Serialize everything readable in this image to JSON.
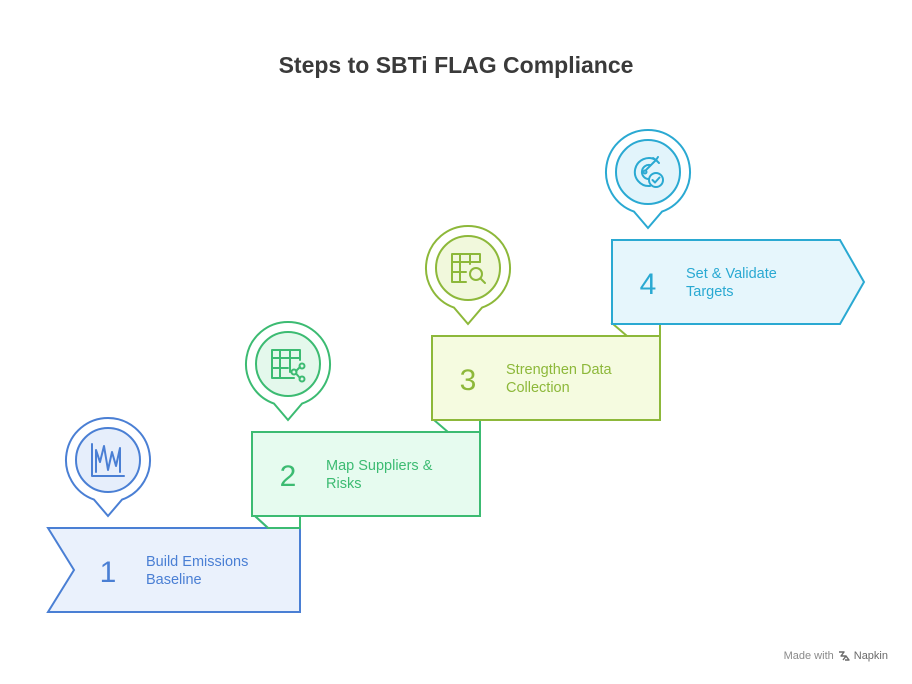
{
  "title": "Steps to SBTi FLAG Compliance",
  "steps": [
    {
      "number": "1",
      "line1": "Build Emissions",
      "line2": "Baseline",
      "icon": "chart-icon",
      "color": "#4a7fd4",
      "fill": "#eaf1fc",
      "circle": "#e6eefb"
    },
    {
      "number": "2",
      "line1": "Map Suppliers &",
      "line2": "Risks",
      "icon": "table-share-icon",
      "color": "#3cbb72",
      "fill": "#e6fbef",
      "circle": "#e4f8ec"
    },
    {
      "number": "3",
      "line1": "Strengthen Data",
      "line2": "Collection",
      "icon": "table-search-icon",
      "color": "#8db83a",
      "fill": "#f5fbe0",
      "circle": "#f1f8dc"
    },
    {
      "number": "4",
      "line1": "Set & Validate",
      "line2": "Targets",
      "icon": "target-check-icon",
      "color": "#2aa9d2",
      "fill": "#e6f6fc",
      "circle": "#e2f4fb"
    }
  ],
  "credit": {
    "prefix": "Made with",
    "brand": "Napkin"
  }
}
